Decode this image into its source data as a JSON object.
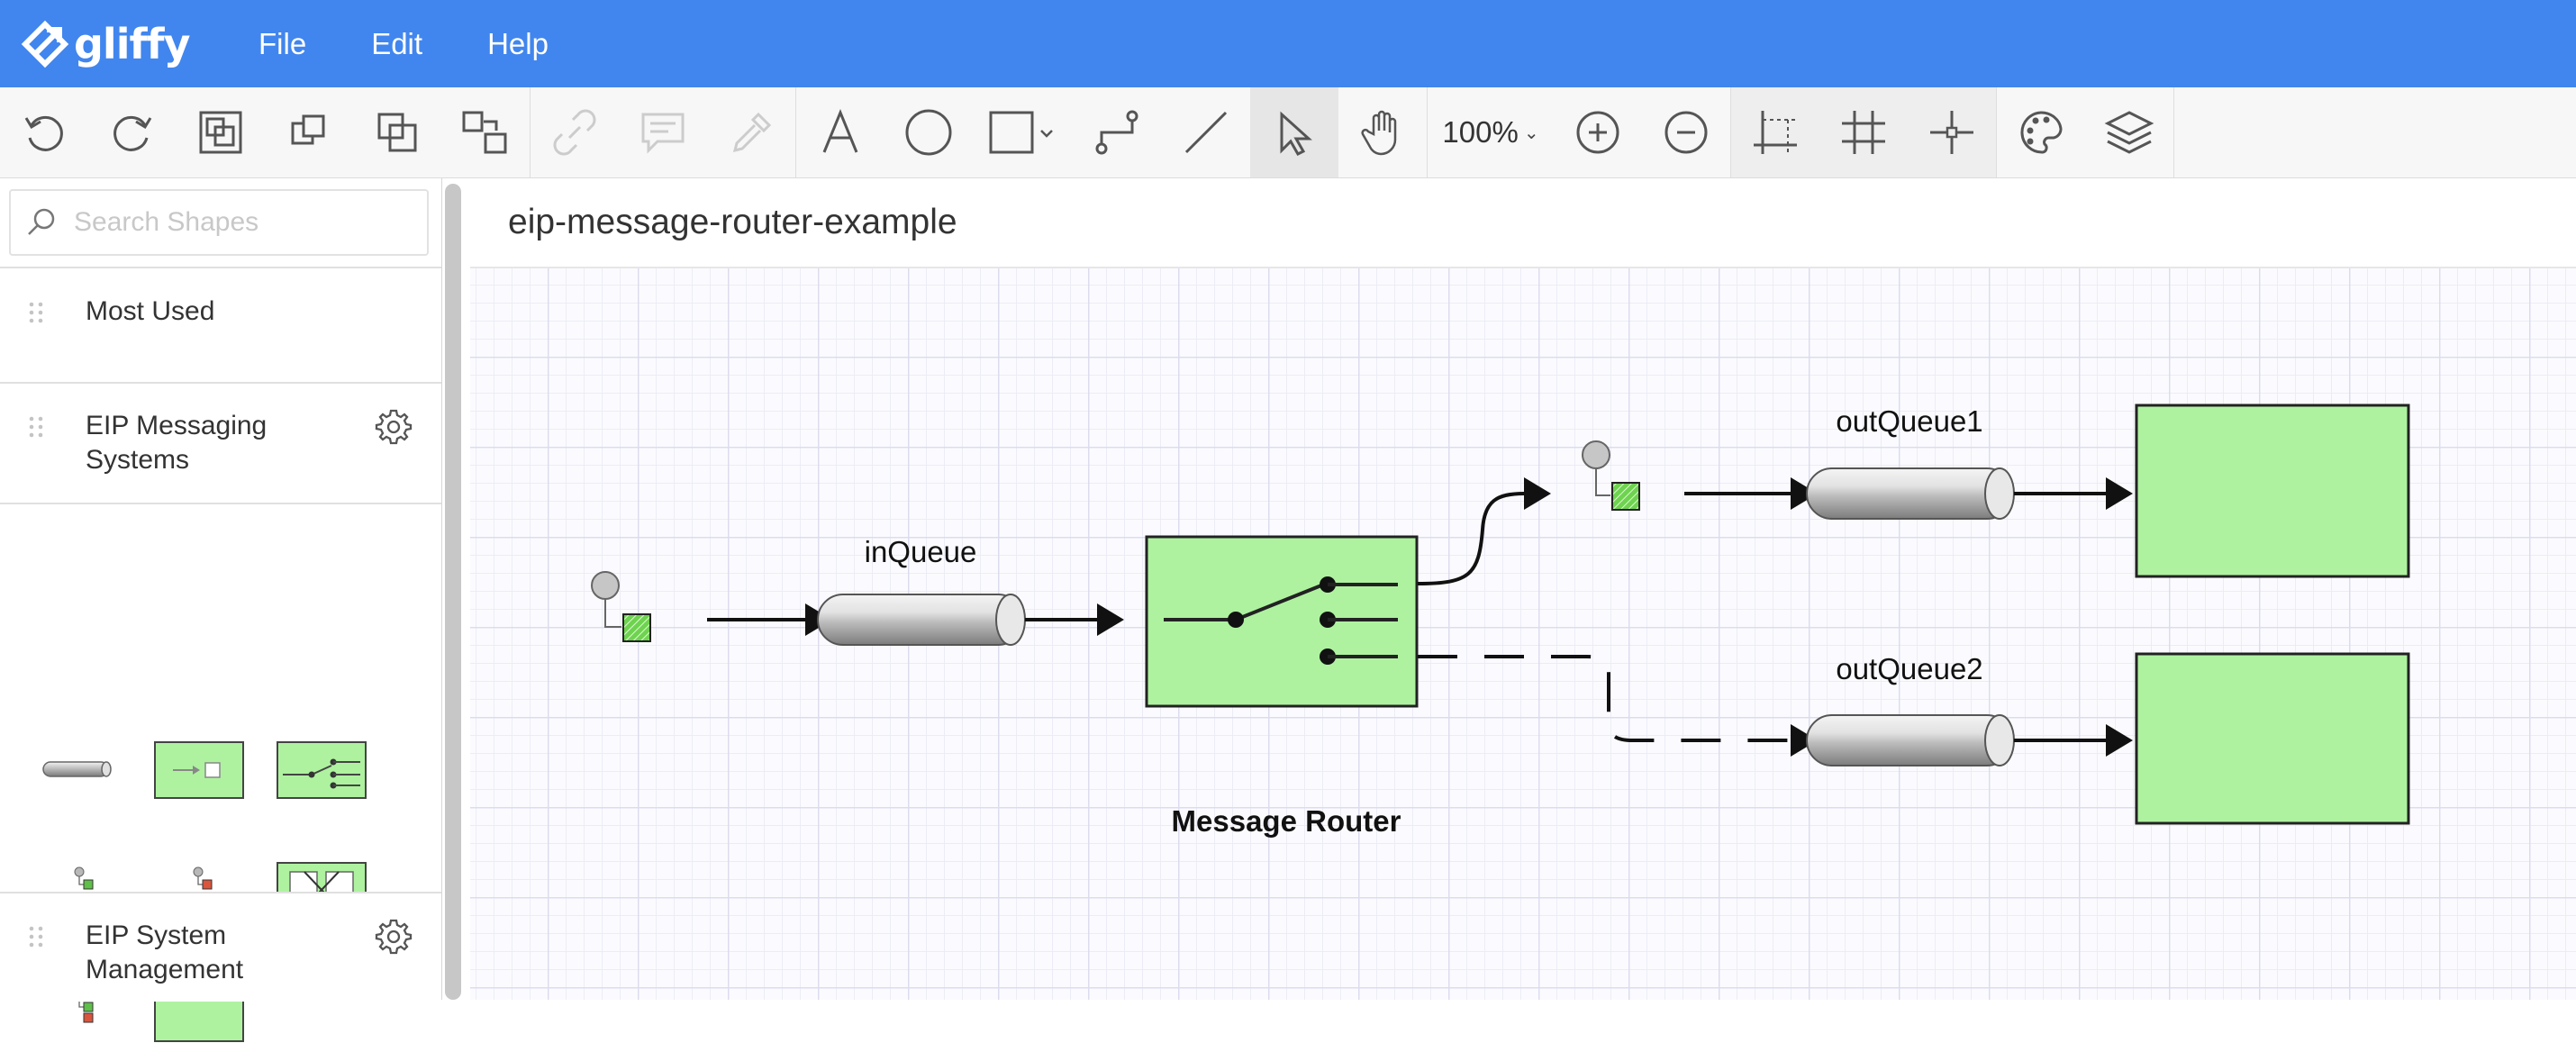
{
  "app": {
    "logo_text": "gliffy",
    "menu": [
      "File",
      "Edit",
      "Help"
    ]
  },
  "toolbar": {
    "zoom": "100%",
    "buttons": [
      {
        "name": "undo-icon"
      },
      {
        "name": "redo-icon"
      },
      {
        "name": "group-icon"
      },
      {
        "name": "bring-forward-icon"
      },
      {
        "name": "send-backward-icon"
      },
      {
        "name": "arrange-icon"
      },
      {
        "name": "link-icon"
      },
      {
        "name": "comment-icon"
      },
      {
        "name": "eyedropper-icon"
      },
      {
        "name": "text-tool-icon"
      },
      {
        "name": "ellipse-tool-icon"
      },
      {
        "name": "rectangle-tool-icon"
      },
      {
        "name": "connector-tool-icon"
      },
      {
        "name": "line-tool-icon"
      },
      {
        "name": "pointer-tool-icon"
      },
      {
        "name": "pan-tool-icon"
      },
      {
        "name": "zoom-in-icon"
      },
      {
        "name": "zoom-out-icon"
      },
      {
        "name": "snap-to-grid-icon"
      },
      {
        "name": "grid-icon"
      },
      {
        "name": "guides-icon"
      },
      {
        "name": "theme-palette-icon"
      },
      {
        "name": "layers-icon"
      }
    ]
  },
  "sidebar": {
    "search_placeholder": "Search Shapes",
    "sections": [
      {
        "title": "Most Used"
      },
      {
        "title": "EIP Messaging Systems"
      },
      {
        "title": "EIP System Management"
      }
    ]
  },
  "document": {
    "title": "eip-message-router-example"
  },
  "diagram": {
    "labels": {
      "in_queue": "inQueue",
      "out_queue_1": "outQueue1",
      "out_queue_2": "outQueue2",
      "router": "Message Router"
    }
  },
  "colors": {
    "header_bg": "#4186ee",
    "shape_green": "#aef2a0",
    "shape_border": "#222222"
  }
}
